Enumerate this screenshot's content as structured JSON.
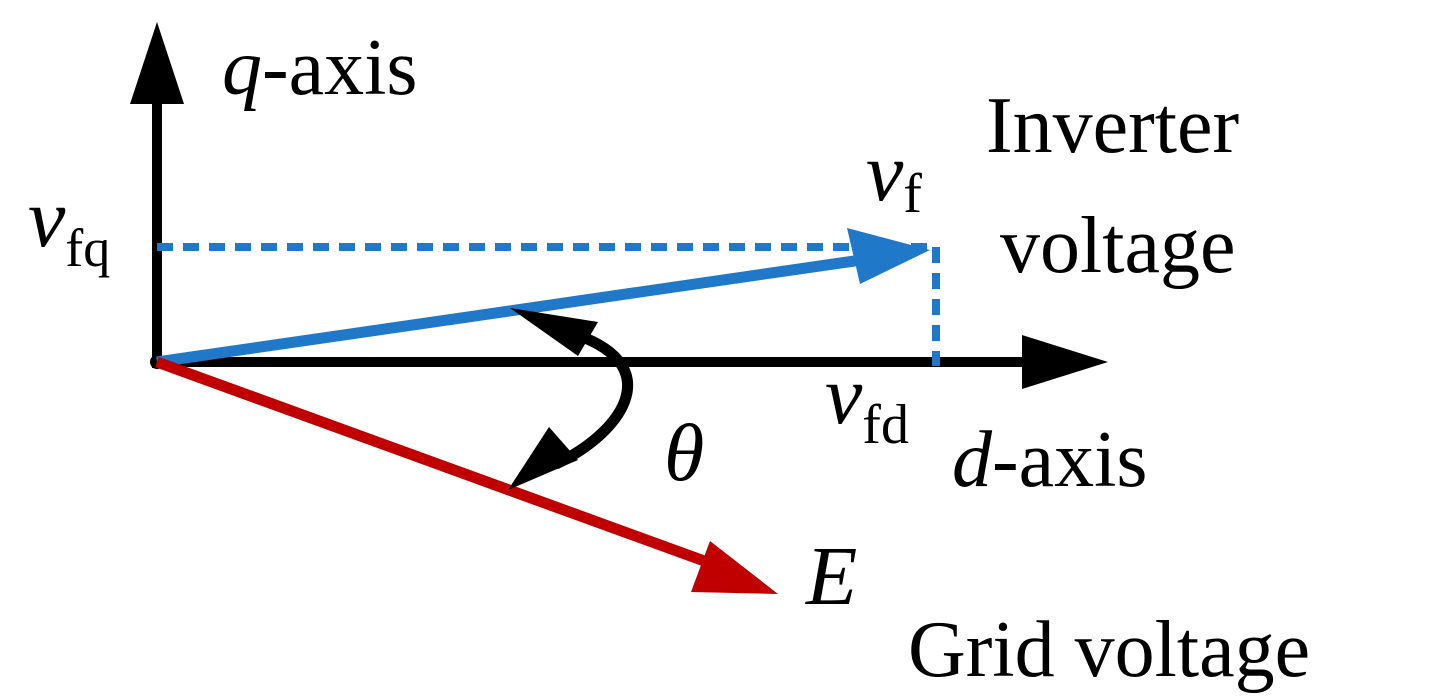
{
  "colors": {
    "axes": "#000000",
    "inverter_vector": "#1f78c8",
    "grid_vector": "#c00000",
    "angle_arc": "#000000",
    "background": "#ffffff"
  },
  "labels": {
    "q_axis": {
      "symbol": "q",
      "suffix": "-axis"
    },
    "d_axis": {
      "symbol": "d",
      "suffix": "-axis"
    },
    "vfq": {
      "symbol": "v",
      "subscript": "fq"
    },
    "vf": {
      "symbol": "v",
      "subscript": "f"
    },
    "vfd": {
      "symbol": "v",
      "subscript": "fd"
    },
    "inverter_line1": "Inverter",
    "inverter_line2": "voltage",
    "theta": "θ",
    "E": "E",
    "grid": "Grid voltage"
  }
}
